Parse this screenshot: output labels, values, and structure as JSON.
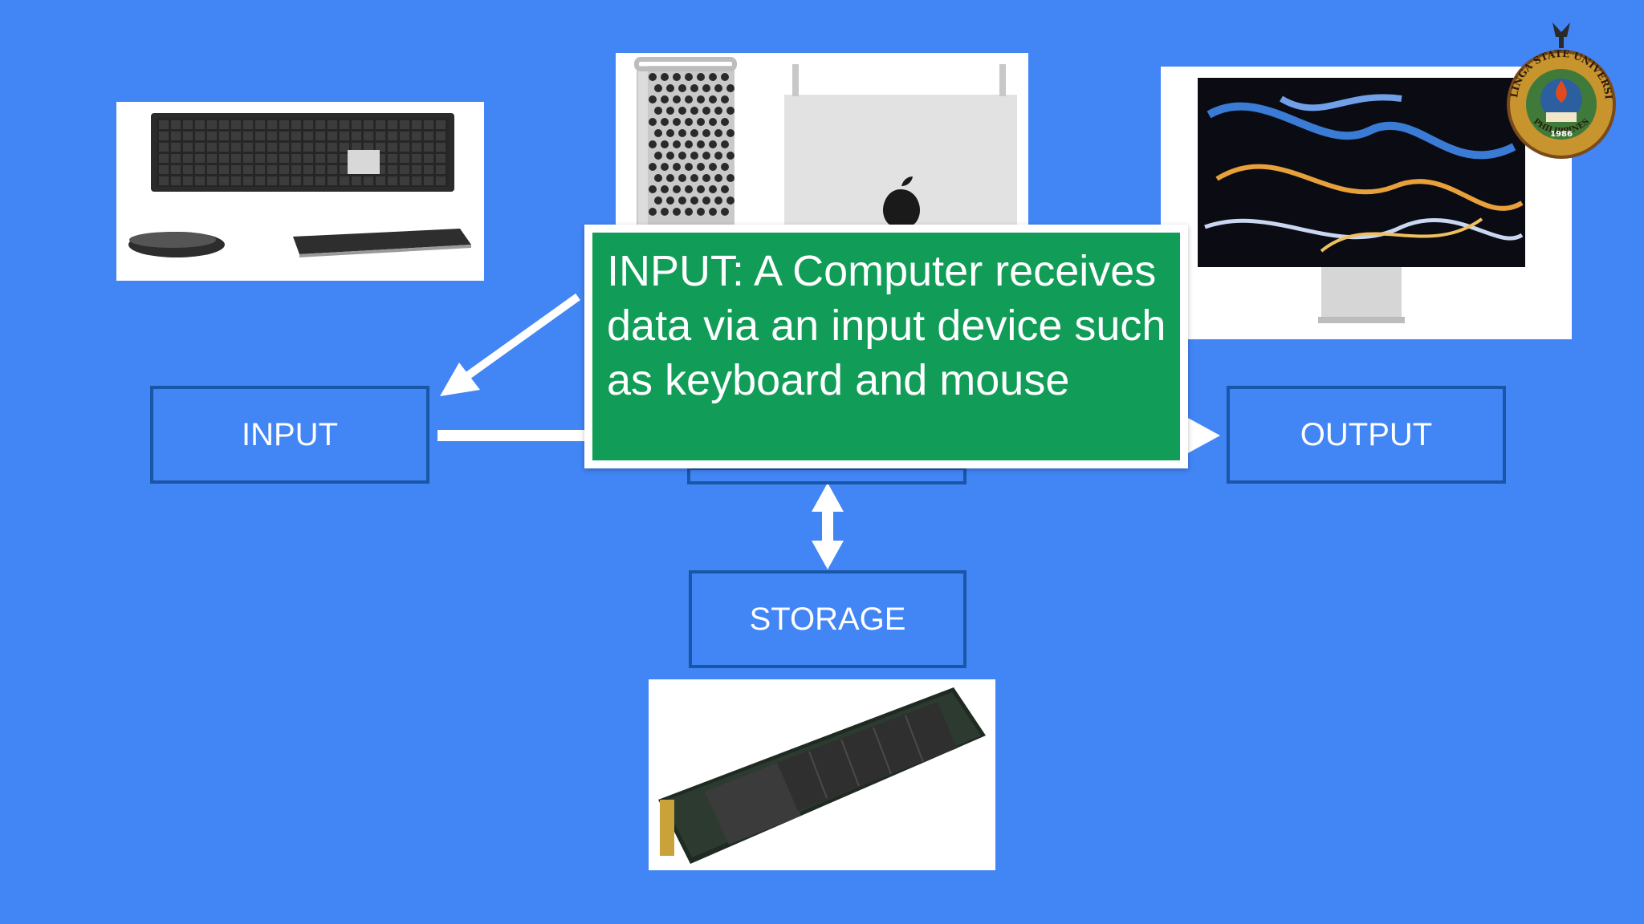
{
  "diagram": {
    "input_label": "INPUT",
    "output_label": "OUTPUT",
    "storage_label": "STORAGE"
  },
  "callout": {
    "text": "INPUT: A Computer receives data via an input device such as keyboard and mouse"
  },
  "logo": {
    "top_text": "KALINGA STATE UNIVERSITY",
    "bottom_text": "PHILIPPINES",
    "year": "1986"
  },
  "colors": {
    "background": "#4285f4",
    "box_border": "#1a56a8",
    "callout_fill": "#119d58",
    "arrow": "#ffffff"
  },
  "images": [
    {
      "name": "keyboard-mouse-trackpad-photo"
    },
    {
      "name": "computer-tower-photo"
    },
    {
      "name": "monitor-photo"
    },
    {
      "name": "ssd-photo"
    }
  ]
}
